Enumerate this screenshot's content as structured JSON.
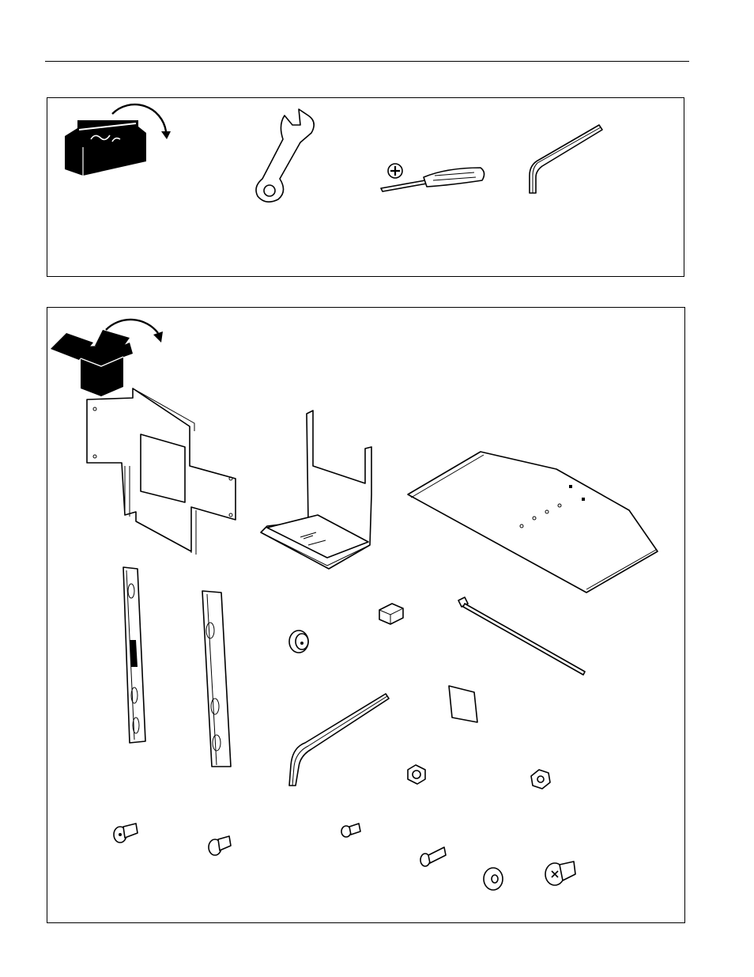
{
  "page": {
    "background": "#ffffff",
    "ink": "#000000"
  },
  "tools_panel": {
    "icons": [
      "toolbox-icon",
      "open-end-wrench-icon",
      "phillips-screwdriver-icon",
      "hex-key-icon"
    ]
  },
  "parts_panel": {
    "icons": [
      "open-box-icon"
    ],
    "parts": [
      "interface-bracket",
      "shelf-bracket",
      "shelf",
      "left-mounting-rail",
      "right-mounting-rail",
      "cable-grommet",
      "rubber-foot",
      "cable-tie",
      "adhesive-pad",
      "hex-key",
      "hex-nut",
      "flanged-nut",
      "button-head-screw",
      "flat-head-bolt",
      "small-screw",
      "long-screw",
      "washer",
      "phillips-pan-screw"
    ]
  }
}
